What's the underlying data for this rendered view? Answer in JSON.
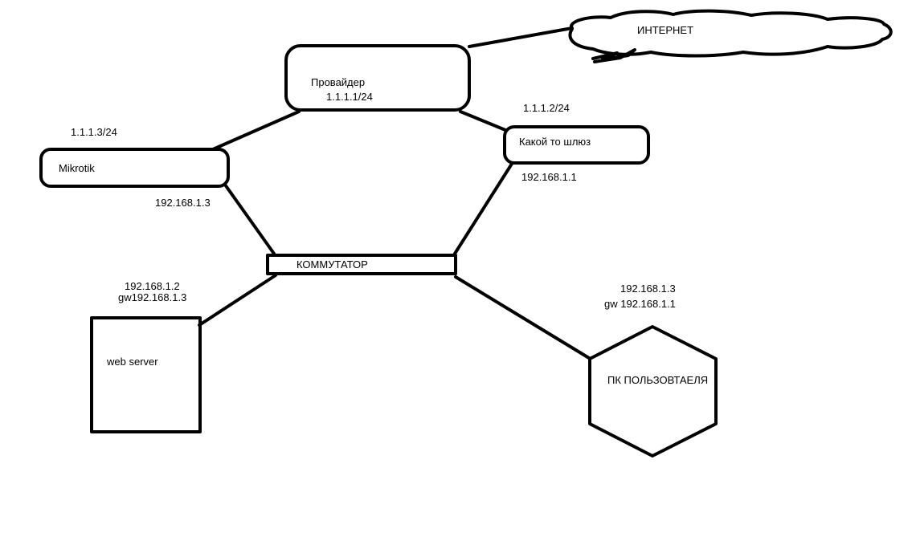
{
  "nodes": {
    "internet": {
      "label": "ИНТЕРНЕТ"
    },
    "provider": {
      "label": "Провайдер",
      "ip": "1.1.1.1/24"
    },
    "gateway": {
      "label": "Какой то шлюз",
      "wan_ip": "1.1.1.2/24",
      "lan_ip": "192.168.1.1"
    },
    "mikrotik": {
      "label": "Mikrotik",
      "wan_ip": "1.1.1.3/24",
      "lan_ip": "192.168.1.3"
    },
    "switch": {
      "label": "КОММУТАТОР"
    },
    "web_server": {
      "label": "web server",
      "ip": "192.168.1.2",
      "gw": "gw192.168.1.3"
    },
    "user_pc": {
      "label": "ПК ПОЛЬЗОВТАЕЛЯ",
      "ip": "192.168.1.3",
      "gw": "gw 192.168.1.1"
    }
  }
}
